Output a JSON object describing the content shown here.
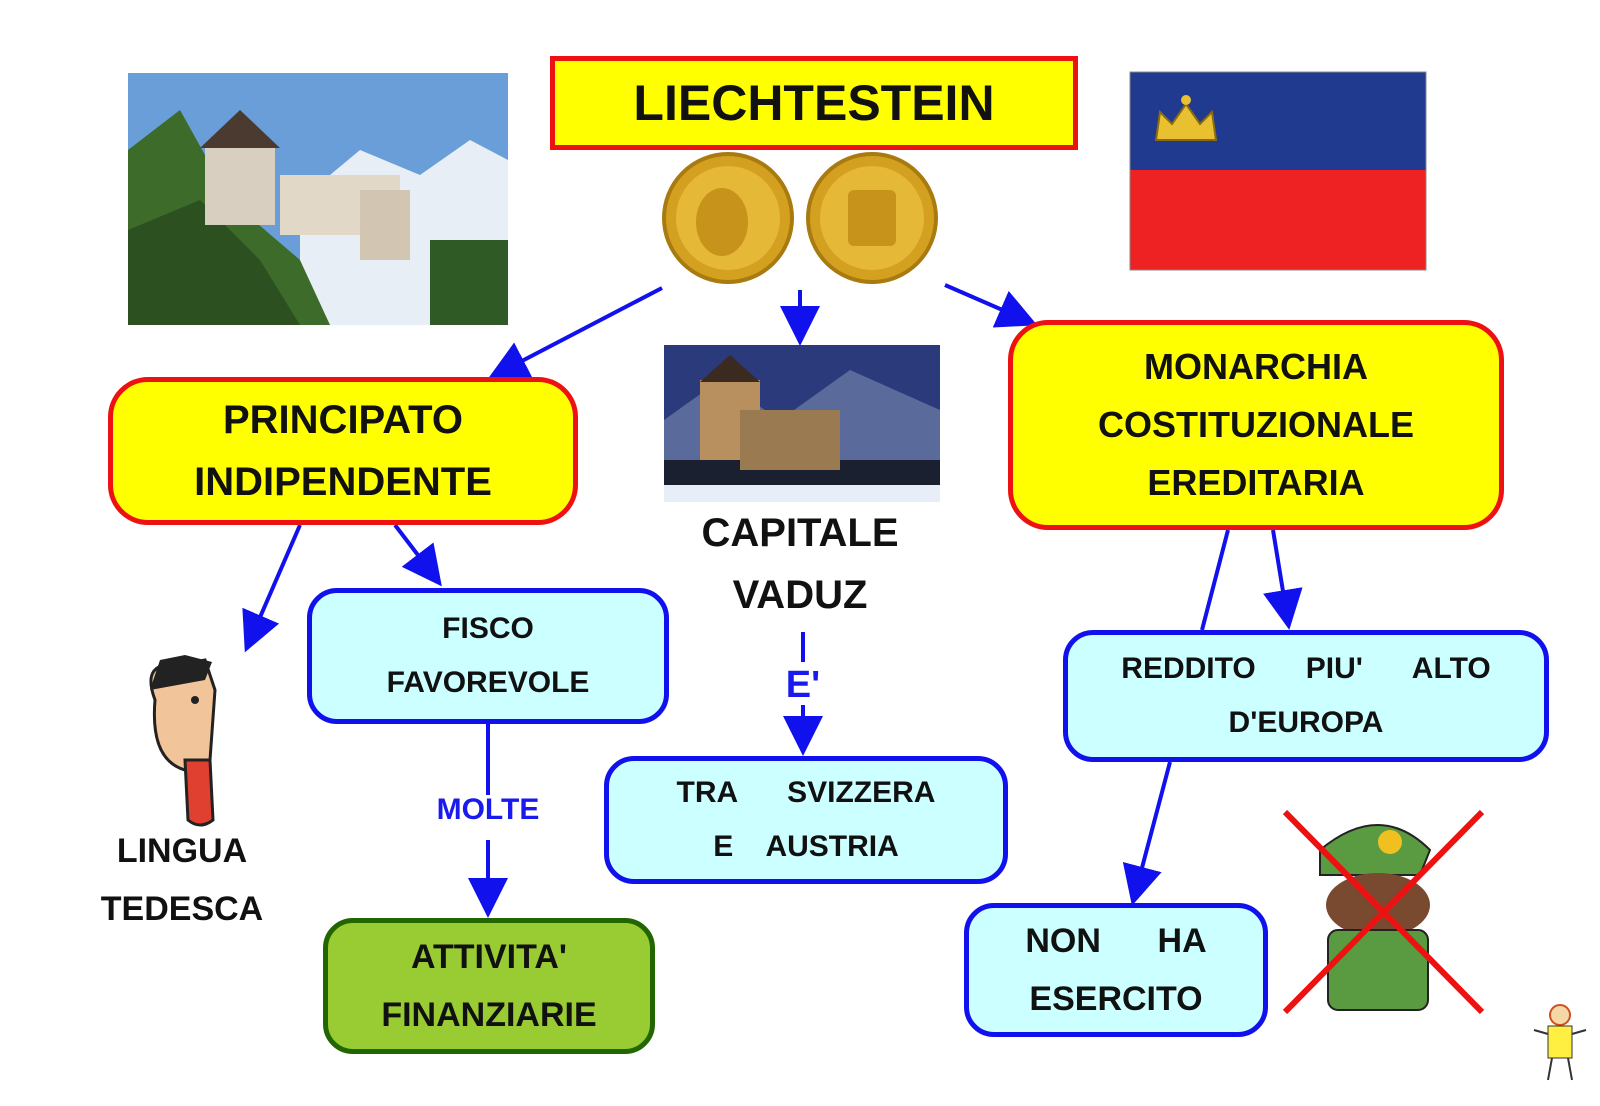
{
  "title": "LIECHTESTEIN",
  "principato": [
    "PRINCIPATO",
    "INDIPENDENTE"
  ],
  "capitale": [
    "CAPITALE",
    "VADUZ"
  ],
  "monarchia": [
    "MONARCHIA",
    "COSTITUZIONALE",
    "EREDITARIA"
  ],
  "lingua": [
    "LINGUA",
    "TEDESCA"
  ],
  "fisco": [
    "FISCO",
    "FAVOREVOLE"
  ],
  "molte": "MOLTE",
  "attivita": [
    "ATTIVITA'",
    "FINANZIARIE"
  ],
  "e_label": "E'",
  "tra": [
    "TRA      SVIZZERA",
    "E    AUSTRIA"
  ],
  "reddito": [
    "REDDITO      PIU'      ALTO",
    "D'EUROPA"
  ],
  "esercito": [
    "NON      HA",
    "ESERCITO"
  ],
  "colors": {
    "yellow": "#ffff00",
    "red": "#ee1111",
    "cyan": "#ccffff",
    "blue": "#1111ee",
    "green": "#99cc33"
  },
  "icons": [
    "castle-photo",
    "coin-icon",
    "flag-icon",
    "night-castle-photo",
    "tongue-cartoon-icon",
    "soldier-crossed-icon",
    "mascot-icon"
  ]
}
